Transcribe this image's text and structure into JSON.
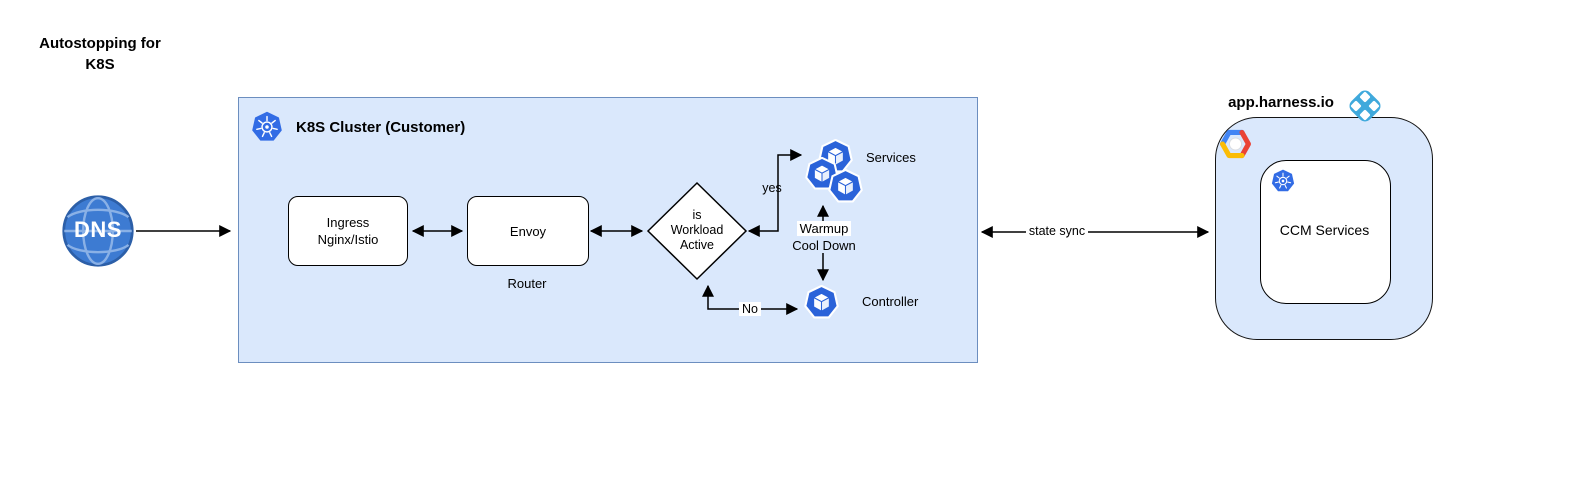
{
  "page": {
    "title_line1": "Autostopping for",
    "title_line2": "K8S"
  },
  "dns": {
    "label": "DNS",
    "icon": "dns-globe-icon"
  },
  "cluster": {
    "title": "K8S Cluster (Customer)",
    "icon": "kubernetes-icon",
    "nodes": {
      "ingress": {
        "line1": "Ingress",
        "line2": "Nginx/Istio"
      },
      "envoy": {
        "label": "Envoy",
        "sublabel": "Router"
      },
      "decision": {
        "line1": "is",
        "line2": "Workload",
        "line3": "Active"
      },
      "services": {
        "label": "Services",
        "icon": "k8s-pods-icon"
      },
      "controller": {
        "label": "Controller",
        "icon": "k8s-pod-icon"
      }
    },
    "edge_labels": {
      "yes": "yes",
      "no": "No",
      "warmup_line1": "Warmup",
      "warmup_line2": "Cool Down"
    }
  },
  "state_sync": {
    "label": "state sync"
  },
  "harness": {
    "title": "app.harness.io",
    "logo": "harness-logo-icon",
    "cloud_icon": "gcp-hexagon-icon",
    "inner": {
      "label": "CCM Services",
      "icon": "kubernetes-icon"
    }
  },
  "colors": {
    "cluster_fill": "#dae8fc",
    "cluster_border": "#6c8ebf",
    "kubernetes_blue": "#326ce5",
    "pod_blue": "#2b63d9",
    "dns_blue": "#3d7bd2",
    "harness_blue": "#3fa9dc",
    "gcp_blue": "#4285f4",
    "gcp_red": "#ea4335",
    "gcp_yellow": "#fbbc05"
  }
}
